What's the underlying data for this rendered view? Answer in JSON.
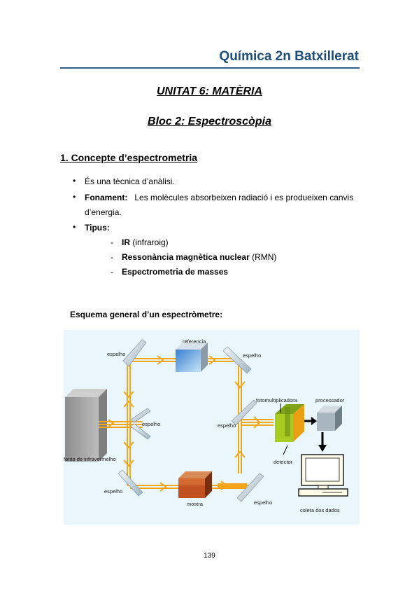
{
  "header": {
    "title": "Química 2n Batxillerat"
  },
  "unit_title": "UNITAT 6:  MATÈRIA",
  "bloc_title": "Bloc 2:  Espectroscòpia",
  "section": {
    "heading": "1.  Concepte d’espectrometria",
    "bullets": [
      {
        "text": "És una tècnica d’anàlisi."
      },
      {
        "label": "Fonament:",
        "text": "Les molècules absorbeixen radiació i es produeixen canvis",
        "continuation": "d’energia."
      },
      {
        "label": "Tipus:"
      }
    ],
    "subitems": [
      {
        "bold": "IR",
        "rest": " (infraroig)"
      },
      {
        "bold": "Ressonància magnètica nuclear",
        "rest": " (RMN)"
      },
      {
        "bold": "Espectrometria de masses",
        "rest": ""
      }
    ]
  },
  "diagram": {
    "caption": "Esquema general d’un espectròmetre:",
    "labels": {
      "mirror_top_left": "espelho",
      "reference": "referencia",
      "mirror_top_right": "espelho",
      "photomultiplier": "fotomultiplicadora",
      "processor": "processador",
      "mirror_center": "espelho",
      "mirror_right": "espelho",
      "source": "fonte de infravermelho",
      "detector": "detector",
      "mirror_bottom_left": "espelho",
      "sample": "mostra",
      "mirror_bottom_right": "espelho",
      "data_collection": "coleta dos dados"
    },
    "colors": {
      "beam": "#f5a51a",
      "background": "#e9f6fb",
      "detector": "#9ac41f",
      "sample": "#c0501f",
      "reference": "#5aa0df",
      "source": "#a6a6a6"
    }
  },
  "page_number": "139"
}
